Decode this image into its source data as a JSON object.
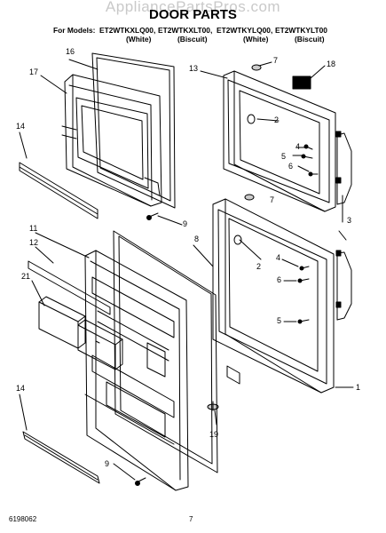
{
  "watermark": "AppliancePartsPros.com",
  "header": {
    "title": "DOOR PARTS",
    "for_models_label": "For Models:",
    "models": [
      {
        "name": "ET2WTKXLQ00,",
        "color": "(White)"
      },
      {
        "name": "ET2WTKXLT00,",
        "color": "(Biscuit)"
      },
      {
        "name": "ET2WTKYLQ00,",
        "color": "(White)"
      },
      {
        "name": "ET2WTKYLT00",
        "color": "(Biscuit)"
      }
    ]
  },
  "callouts": {
    "c16": "16",
    "c17": "17",
    "c14a": "14",
    "c9a": "9",
    "c13": "13",
    "c7a": "7",
    "c18": "18",
    "c2a": "2",
    "c4a": "4",
    "c5a": "5",
    "c6a": "6",
    "c7b": "7",
    "c3": "3",
    "c2b": "2",
    "c4b": "4",
    "c6b": "6",
    "c5b": "5",
    "c1": "1",
    "c19": "19",
    "c11": "11",
    "c12": "12",
    "c8": "8",
    "c21": "21",
    "c14b": "14",
    "c9b": "9"
  },
  "footer": {
    "doc_number": "6198062",
    "page_number": "7"
  }
}
